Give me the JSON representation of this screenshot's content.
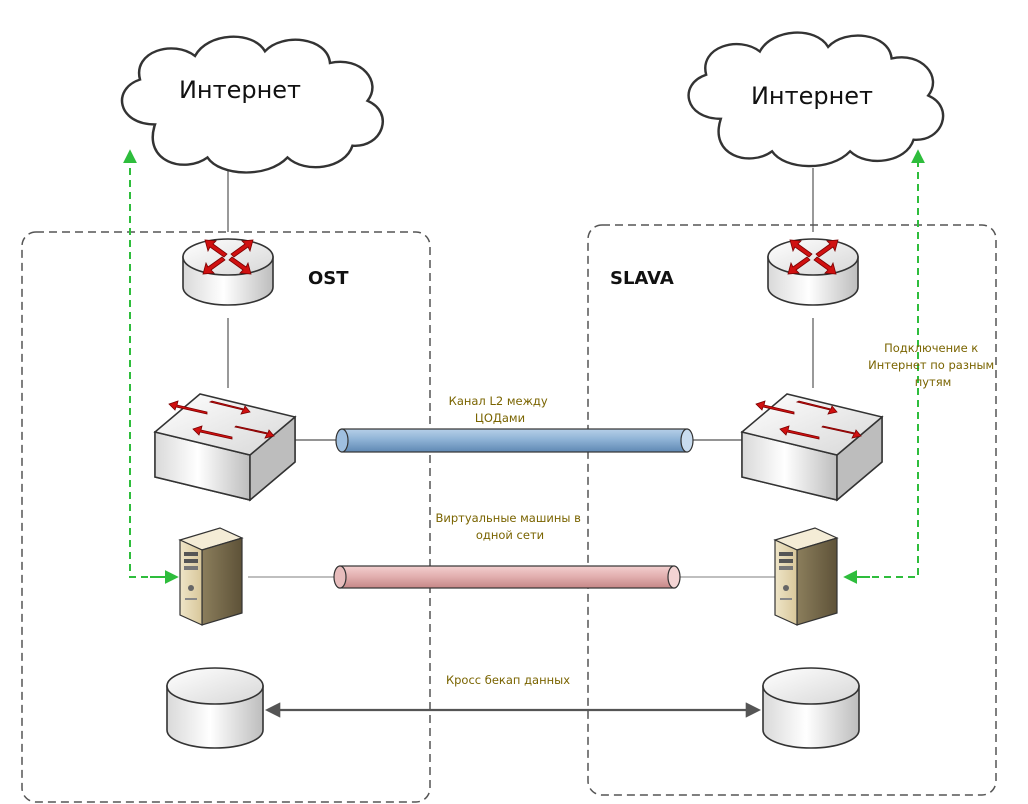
{
  "diagram": {
    "left_site": {
      "name": "OST",
      "cloud_label": "Интернет"
    },
    "right_site": {
      "name": "SLAVA",
      "cloud_label": "Интернет"
    },
    "l2_link_label": [
      "Канал L2 между",
      "ЦОДами"
    ],
    "vm_link_label": [
      "Виртуальные машины в",
      "одной сети"
    ],
    "backup_label": "Кросс бекап данных",
    "internet_paths_label": [
      "Подключение к",
      "Интернет по разным",
      "путям"
    ]
  },
  "colors": {
    "l2_pipe": "#8fb3d6",
    "vm_pipe": "#e3b1b1",
    "internet_path": "#2ebd3c",
    "arrow_red": "#d01010",
    "annotation_text": "#7a6400"
  }
}
